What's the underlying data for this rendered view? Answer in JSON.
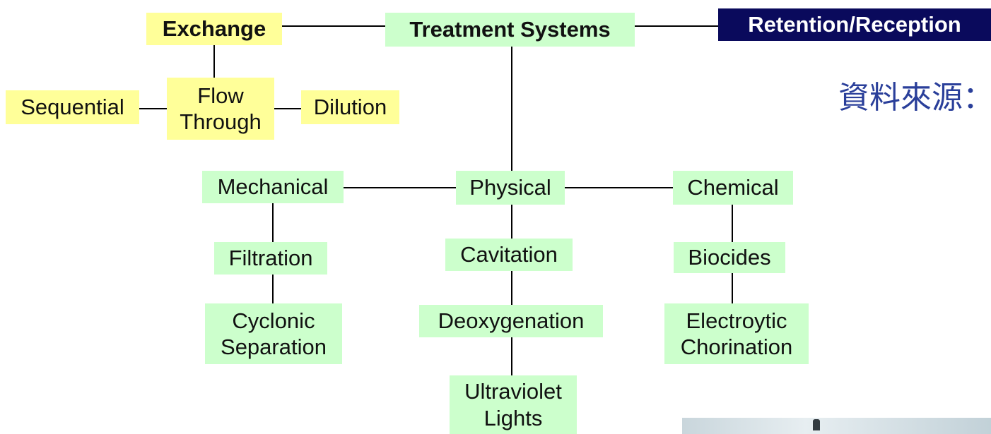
{
  "diagram": {
    "title": "Treatment Systems",
    "exchange": "Exchange",
    "retention": "Retention/Reception",
    "sequential": "Sequential",
    "flow_through": [
      "Flow",
      "Through"
    ],
    "dilution": "Dilution",
    "mechanical": "Mechanical",
    "physical": "Physical",
    "chemical": "Chemical",
    "filtration": "Filtration",
    "cyclonic_separation": [
      "Cyclonic",
      "Separation"
    ],
    "cavitation": "Cavitation",
    "deoxygenation": "Deoxygenation",
    "ultraviolet_lights": [
      "Ultraviolet",
      "Lights"
    ],
    "biocides": "Biocides",
    "electrolytic_chlorination": [
      "Electroytic",
      "Chorination"
    ]
  },
  "source_note": "資料來源：",
  "colors": {
    "node_green": "#ccffcc",
    "node_yellow": "#ffff99",
    "header_navy": "#0a0a5c",
    "source_text": "#2a3f9a"
  }
}
